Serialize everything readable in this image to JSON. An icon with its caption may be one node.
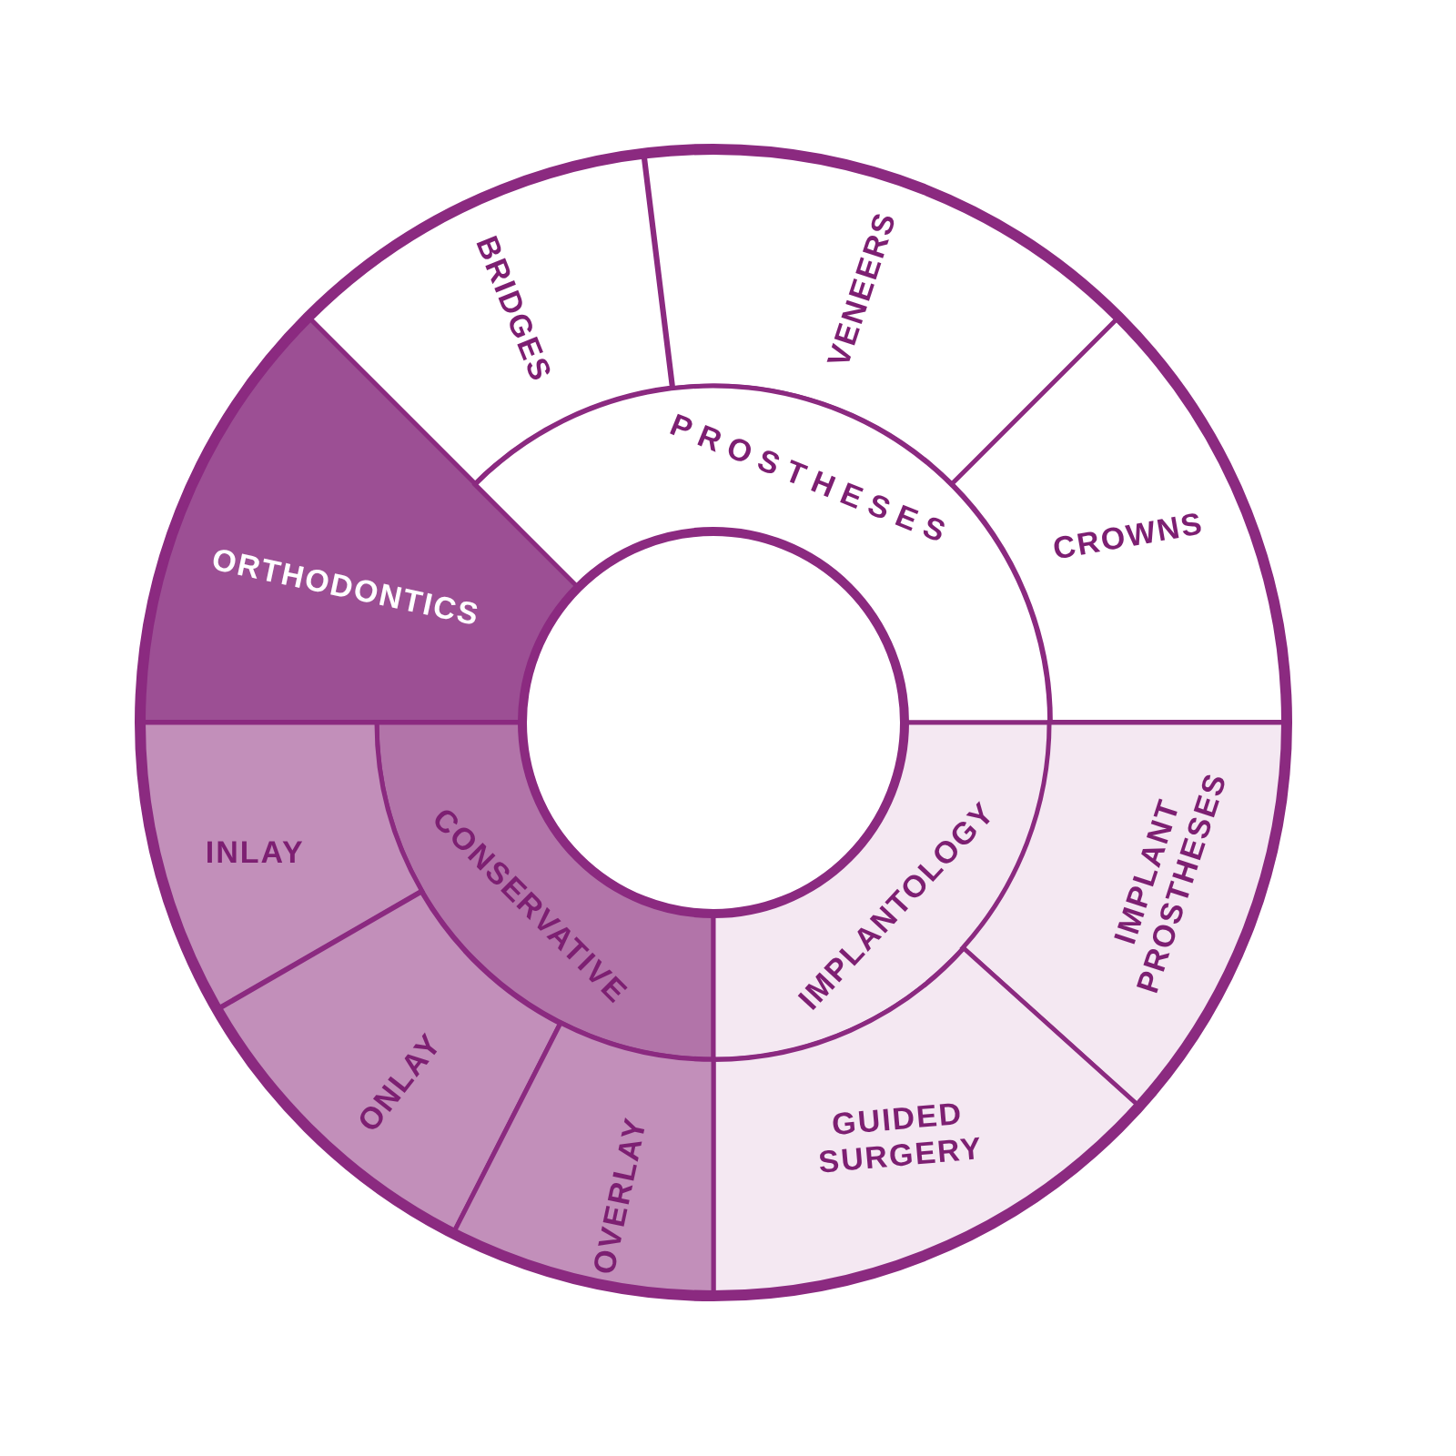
{
  "diagram": {
    "nodes": [
      {
        "text": [
          "BRIDGES"
        ]
      },
      {
        "text": [
          "VENEERS"
        ]
      },
      {
        "text": [
          "ORTHODONTICS"
        ]
      },
      {
        "text": [
          "PROSTHESES"
        ]
      },
      {
        "text": [
          "CROWNS"
        ]
      },
      {
        "text": [
          "CONSERVATIVE"
        ]
      },
      {
        "text": [
          "IMPLANTOLOGY"
        ]
      },
      {
        "text": [
          "INLAY"
        ]
      },
      {
        "text": [
          "IMPLANT PROSTHESES"
        ]
      },
      {
        "text": [
          "ONLAY"
        ]
      },
      {
        "text": [
          "GUIDED SURGERY"
        ]
      },
      {
        "text": [
          "OVERLAY"
        ]
      }
    ]
  }
}
